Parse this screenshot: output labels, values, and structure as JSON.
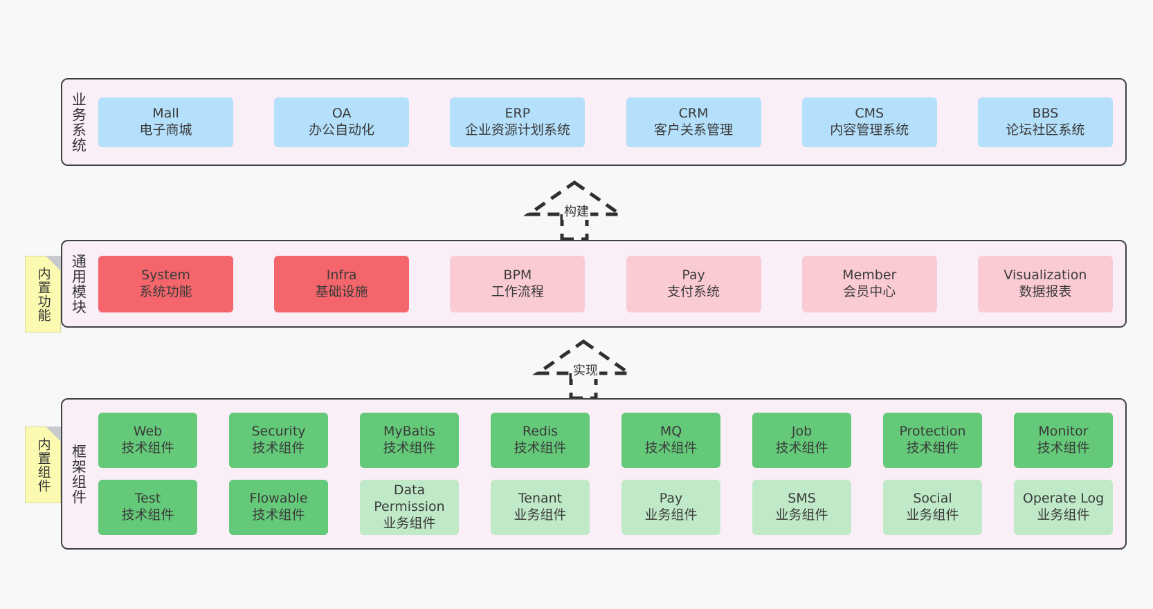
{
  "diagram": {
    "title_hidden": "",
    "colors": {
      "canvas_bg": "#f7f8f8",
      "layer_bg": "#faeef7",
      "layer_border": "#3f3f46",
      "business_node": "#b5e0fb",
      "module_strong": "#f4666c",
      "module_soft": "#fbcbd3",
      "framework_tech": "#64ca79",
      "framework_business": "#c0eac7",
      "note_bg": "#fbfab0",
      "note_fold": "#c9cacb",
      "text": "#333333"
    }
  },
  "notes": [
    {
      "id": "builtin-functions",
      "label": "内置功能"
    },
    {
      "id": "builtin-components",
      "label": "内置组件"
    }
  ],
  "connectors": [
    {
      "id": "build",
      "label": "构建",
      "style": "dashed-hollow-triangle",
      "direction": "up"
    },
    {
      "id": "implement",
      "label": "实现",
      "style": "dashed-hollow-triangle",
      "direction": "up"
    }
  ],
  "layers": [
    {
      "id": "business-system",
      "title": "业务系统",
      "rows": [
        {
          "nodes": [
            {
              "name": "Mall",
              "sub": "电子商城"
            },
            {
              "name": "OA",
              "sub": "办公自动化"
            },
            {
              "name": "ERP",
              "sub": "企业资源计划系统"
            },
            {
              "name": "CRM",
              "sub": "客户关系管理"
            },
            {
              "name": "CMS",
              "sub": "内容管理系统"
            },
            {
              "name": "BBS",
              "sub": "论坛社区系统"
            }
          ]
        }
      ]
    },
    {
      "id": "common-modules",
      "title": "通用模块",
      "rows": [
        {
          "nodes": [
            {
              "name": "System",
              "sub": "系统功能",
              "variant": "strong"
            },
            {
              "name": "Infra",
              "sub": "基础设施",
              "variant": "strong"
            },
            {
              "name": "BPM",
              "sub": "工作流程",
              "variant": "soft"
            },
            {
              "name": "Pay",
              "sub": "支付系统",
              "variant": "soft"
            },
            {
              "name": "Member",
              "sub": "会员中心",
              "variant": "soft"
            },
            {
              "name": "Visualization",
              "sub": "数据报表",
              "variant": "soft"
            }
          ]
        }
      ]
    },
    {
      "id": "framework-components",
      "title": "框架组件",
      "rows": [
        {
          "nodes": [
            {
              "name": "Web",
              "sub": "技术组件",
              "variant": "tech"
            },
            {
              "name": "Security",
              "sub": "技术组件",
              "variant": "tech"
            },
            {
              "name": "MyBatis",
              "sub": "技术组件",
              "variant": "tech"
            },
            {
              "name": "Redis",
              "sub": "技术组件",
              "variant": "tech"
            },
            {
              "name": "MQ",
              "sub": "技术组件",
              "variant": "tech"
            },
            {
              "name": "Job",
              "sub": "技术组件",
              "variant": "tech"
            },
            {
              "name": "Protection",
              "sub": "技术组件",
              "variant": "tech"
            },
            {
              "name": "Monitor",
              "sub": "技术组件",
              "variant": "tech"
            }
          ]
        },
        {
          "nodes": [
            {
              "name": "Test",
              "sub": "技术组件",
              "variant": "tech"
            },
            {
              "name": "Flowable",
              "sub": "技术组件",
              "variant": "tech"
            },
            {
              "name": "Data Permission",
              "sub": "业务组件",
              "variant": "biz2",
              "wrap": true
            },
            {
              "name": "Tenant",
              "sub": "业务组件",
              "variant": "biz2"
            },
            {
              "name": "Pay",
              "sub": "业务组件",
              "variant": "biz2"
            },
            {
              "name": "SMS",
              "sub": "业务组件",
              "variant": "biz2"
            },
            {
              "name": "Social",
              "sub": "业务组件",
              "variant": "biz2"
            },
            {
              "name": "Operate Log",
              "sub": "业务组件",
              "variant": "biz2"
            }
          ]
        }
      ]
    }
  ]
}
